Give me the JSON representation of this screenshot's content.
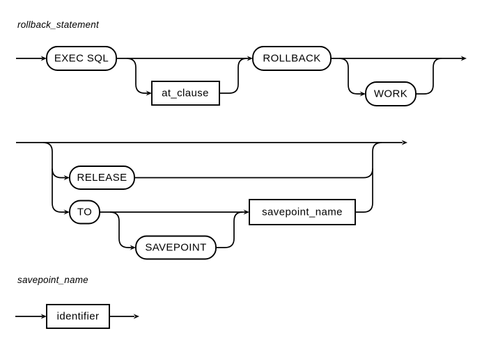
{
  "colors": {
    "background": "#ffffff",
    "line": "#000000",
    "text": "#000000"
  },
  "rule_rollback": {
    "title": "rollback_statement",
    "nodes": {
      "exec_sql": "EXEC SQL",
      "at_clause": "at_clause",
      "rollback": "ROLLBACK",
      "work": "WORK",
      "release": "RELEASE",
      "to": "TO",
      "savepoint": "SAVEPOINT",
      "savepoint_name": "savepoint_name"
    }
  },
  "rule_savepoint_name": {
    "title": "savepoint_name",
    "nodes": {
      "identifier": "identifier"
    }
  }
}
